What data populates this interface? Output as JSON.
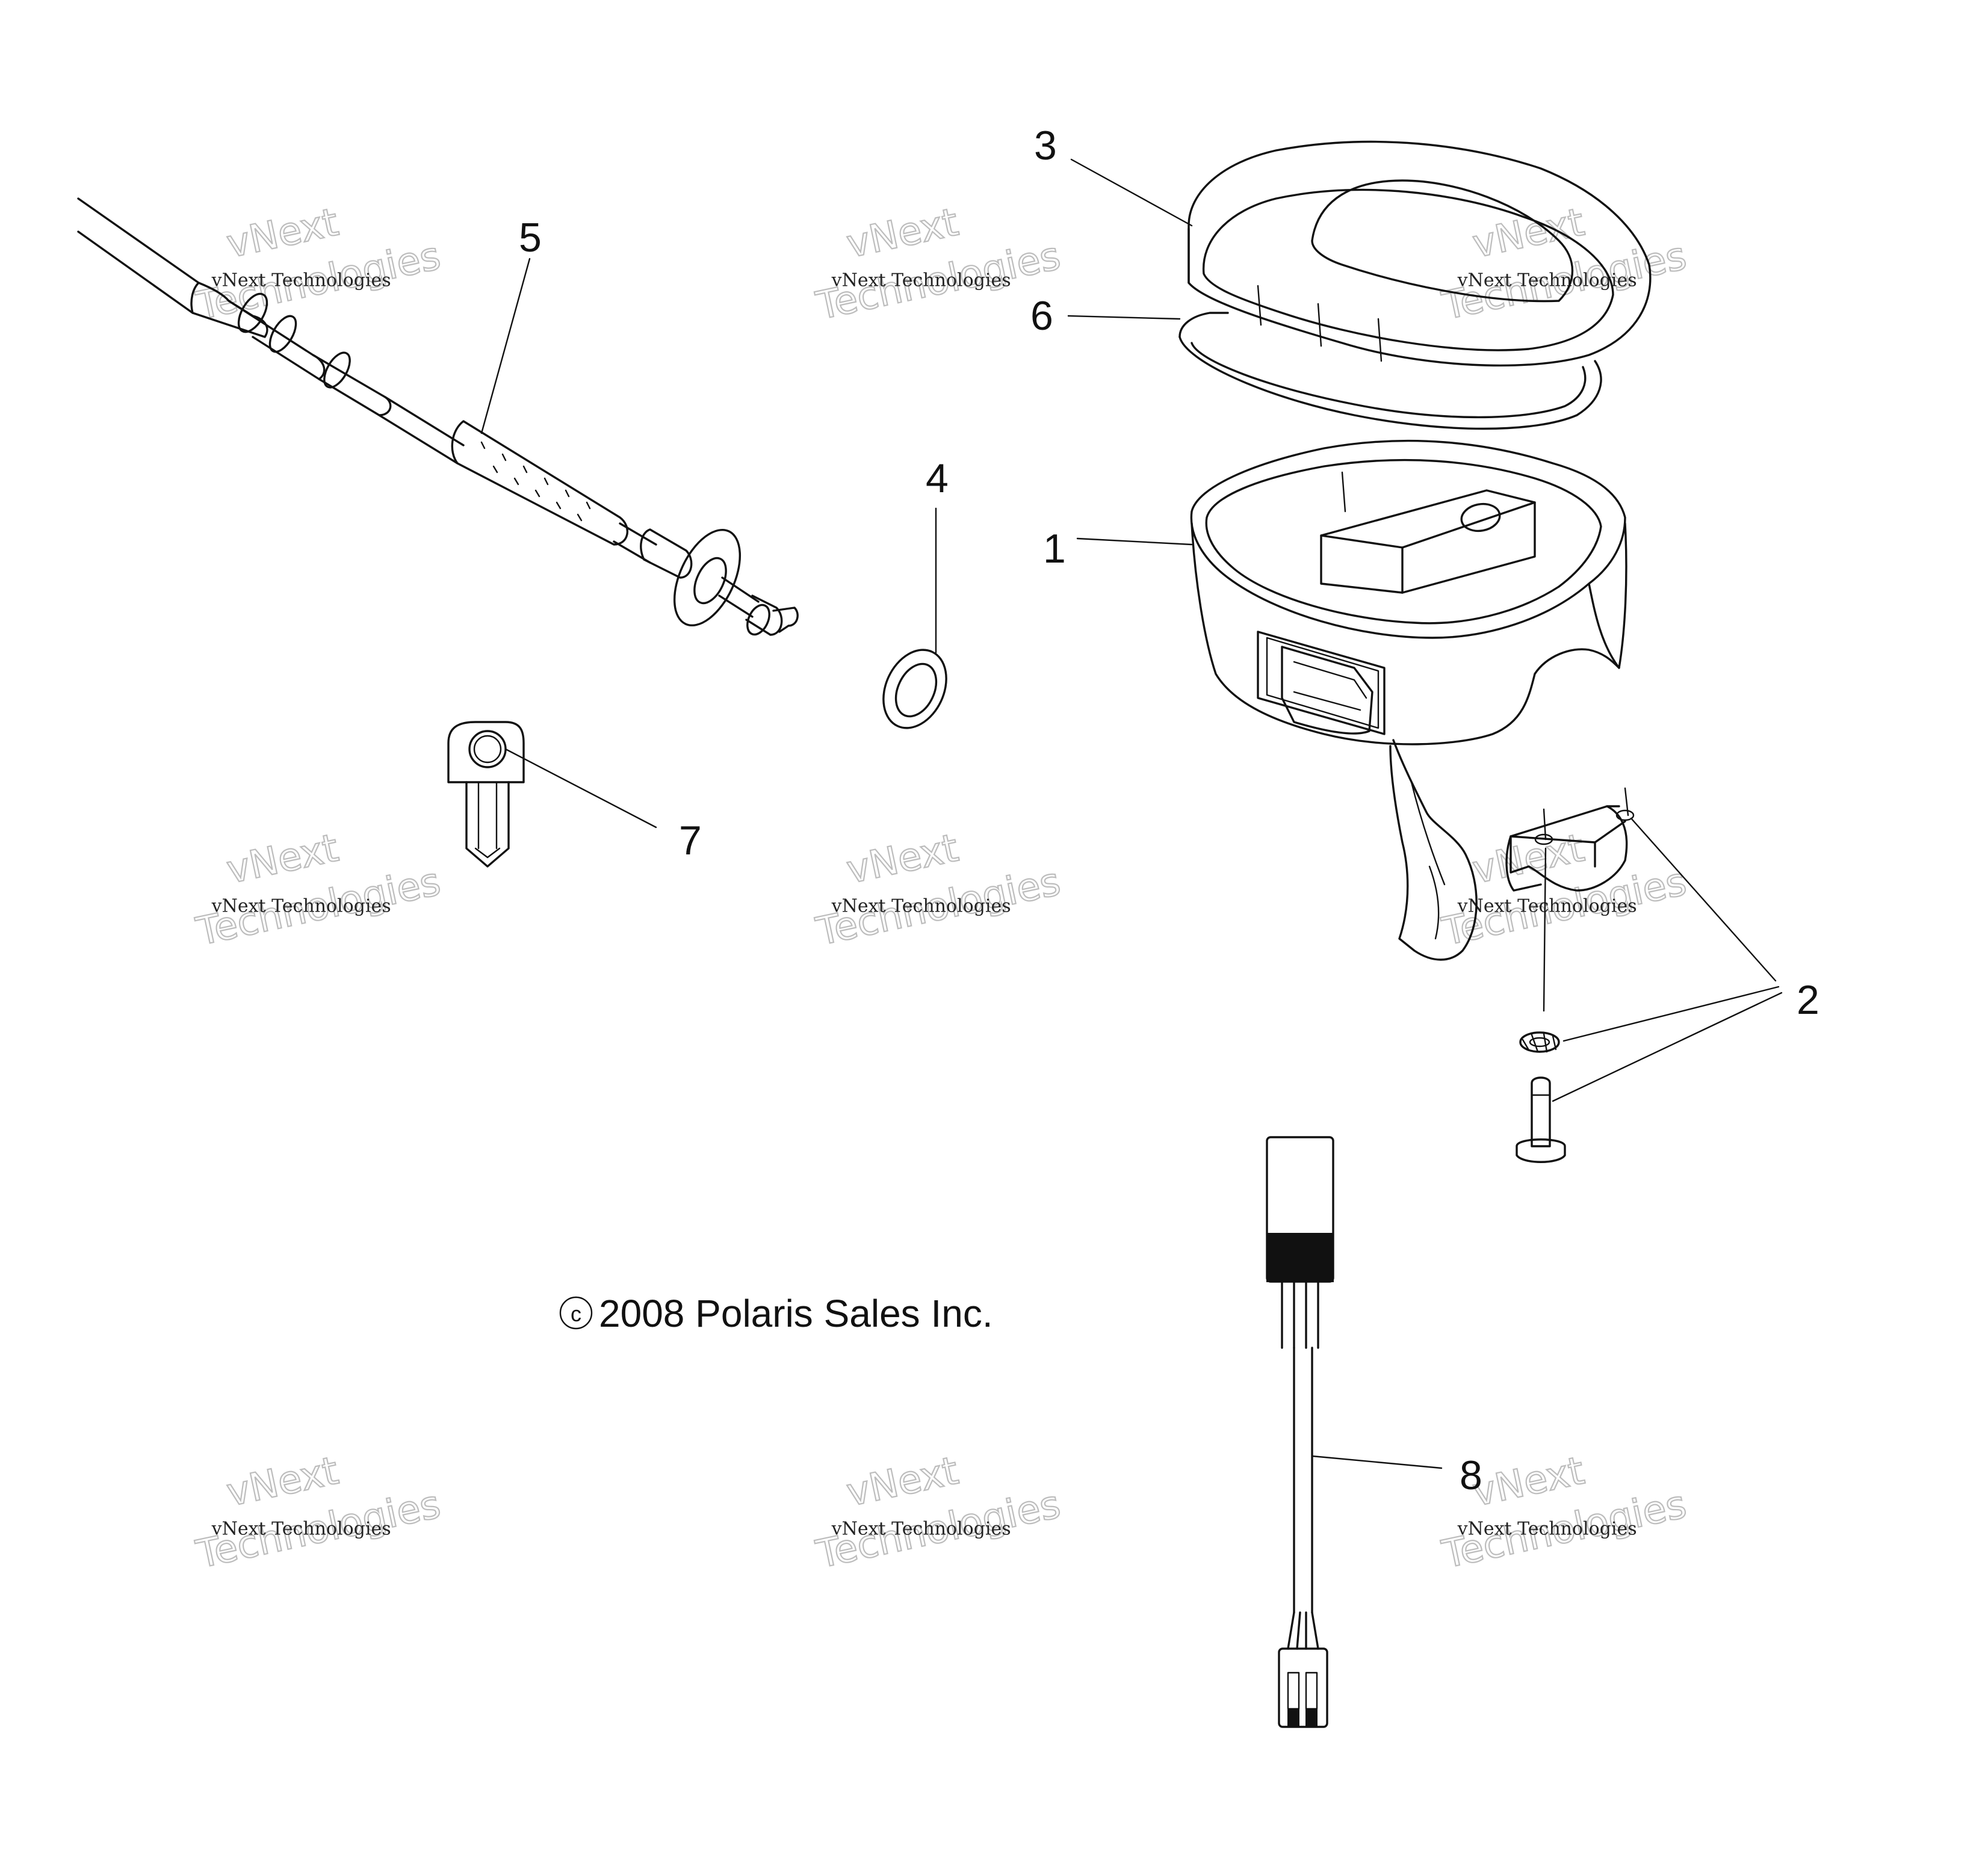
{
  "diagram": {
    "callouts": [
      "1",
      "2",
      "3",
      "4",
      "5",
      "6",
      "7",
      "8"
    ],
    "copyright": "2008 Polaris Sales Inc.",
    "copyright_symbol": "©"
  },
  "watermark": {
    "line1": "vNext Technologies",
    "line2": "vNext",
    "line3": "Technologies"
  },
  "colors": {
    "ink": "#111111",
    "watermark_outline": "#bdbdbd",
    "background": "#ffffff"
  }
}
